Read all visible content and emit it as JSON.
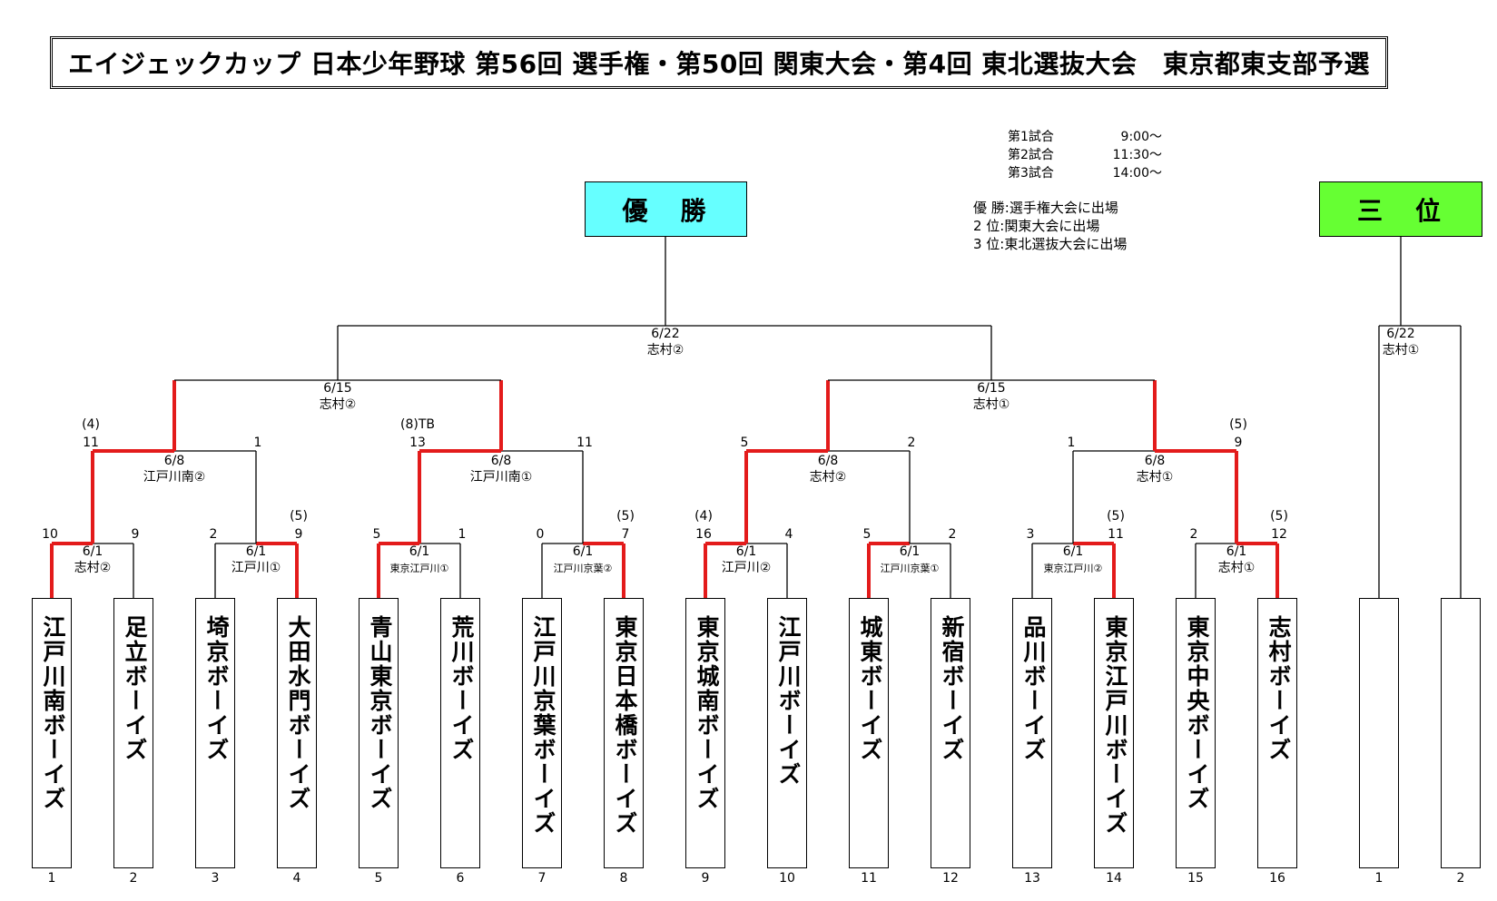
{
  "title": "エイジェックカップ 日本少年野球 第56回 選手権・第50回 関東大会・第4回 東北選抜大会　東京都東支部予選",
  "schedule": [
    {
      "label": "第1試合",
      "time": "9:00〜"
    },
    {
      "label": "第2試合",
      "time": "11:30〜"
    },
    {
      "label": "第3試合",
      "time": "14:00〜"
    }
  ],
  "notes": [
    "優 勝:選手権大会に出場",
    "2 位:関東大会に出場",
    "3 位:東北選抜大会に出場"
  ],
  "winner_label": "優　勝",
  "third_label": "三　位",
  "colors": {
    "winner_bg": "#66ffff",
    "third_bg": "#66ff33",
    "advance_line": "#e31b1b",
    "line": "#000000"
  },
  "teams": [
    {
      "seed": "1",
      "name": "江戸川南ボーイズ"
    },
    {
      "seed": "2",
      "name": "足立ボーイズ"
    },
    {
      "seed": "3",
      "name": "埼京ボーイズ"
    },
    {
      "seed": "4",
      "name": "大田水門ボーイズ"
    },
    {
      "seed": "5",
      "name": "青山東京ボーイズ"
    },
    {
      "seed": "6",
      "name": "荒川ボーイズ"
    },
    {
      "seed": "7",
      "name": "江戸川京葉ボーイズ"
    },
    {
      "seed": "8",
      "name": "東京日本橋ボーイズ"
    },
    {
      "seed": "9",
      "name": "東京城南ボーイズ"
    },
    {
      "seed": "10",
      "name": "江戸川ボーイズ"
    },
    {
      "seed": "11",
      "name": "城東ボーイズ"
    },
    {
      "seed": "12",
      "name": "新宿ボーイズ"
    },
    {
      "seed": "13",
      "name": "品川ボーイズ"
    },
    {
      "seed": "14",
      "name": "東京江戸川ボーイズ"
    },
    {
      "seed": "15",
      "name": "東京中央ボーイズ"
    },
    {
      "seed": "16",
      "name": "志村ボーイズ"
    }
  ],
  "third_place_slots": [
    {
      "seed": "1",
      "name": ""
    },
    {
      "seed": "2",
      "name": ""
    }
  ],
  "round1": [
    {
      "date": "6/1",
      "venue": "志村②",
      "score_left": "10",
      "score_right": "9",
      "note_left": "",
      "note_right": "",
      "winner": "left"
    },
    {
      "date": "6/1",
      "venue": "江戸川①",
      "score_left": "2",
      "score_right": "9",
      "note_left": "",
      "note_right": "(5)",
      "winner": "right"
    },
    {
      "date": "6/1",
      "venue": "東京江戸川①",
      "score_left": "5",
      "score_right": "1",
      "note_left": "",
      "note_right": "",
      "winner": "left"
    },
    {
      "date": "6/1",
      "venue": "江戸川京葉②",
      "score_left": "0",
      "score_right": "7",
      "note_left": "",
      "note_right": "(5)",
      "winner": "right"
    },
    {
      "date": "6/1",
      "venue": "江戸川②",
      "score_left": "16",
      "score_right": "4",
      "note_left": "(4)",
      "note_right": "",
      "winner": "left"
    },
    {
      "date": "6/1",
      "venue": "江戸川京葉①",
      "score_left": "5",
      "score_right": "2",
      "note_left": "",
      "note_right": "",
      "winner": "left"
    },
    {
      "date": "6/1",
      "venue": "東京江戸川②",
      "score_left": "3",
      "score_right": "11",
      "note_left": "",
      "note_right": "(5)",
      "winner": "right"
    },
    {
      "date": "6/1",
      "venue": "志村①",
      "score_left": "2",
      "score_right": "12",
      "note_left": "",
      "note_right": "(5)",
      "winner": "right"
    }
  ],
  "round2": [
    {
      "date": "6/8",
      "venue": "江戸川南②",
      "score_left": "11",
      "score_right": "1",
      "note_left": "(4)",
      "note_right": "",
      "winner": "left"
    },
    {
      "date": "6/8",
      "venue": "江戸川南①",
      "score_left": "13",
      "score_right": "11",
      "note_left": "(8)TB",
      "note_right": "",
      "winner": "left"
    },
    {
      "date": "6/8",
      "venue": "志村②",
      "score_left": "5",
      "score_right": "2",
      "note_left": "",
      "note_right": "",
      "winner": "left"
    },
    {
      "date": "6/8",
      "venue": "志村①",
      "score_left": "1",
      "score_right": "9",
      "note_left": "",
      "note_right": "(5)",
      "winner": "right"
    }
  ],
  "semifinals": [
    {
      "date": "6/15",
      "venue": "志村②"
    },
    {
      "date": "6/15",
      "venue": "志村①"
    }
  ],
  "final": {
    "date": "6/22",
    "venue": "志村②"
  },
  "third_place_game": {
    "date": "6/22",
    "venue": "志村①"
  }
}
